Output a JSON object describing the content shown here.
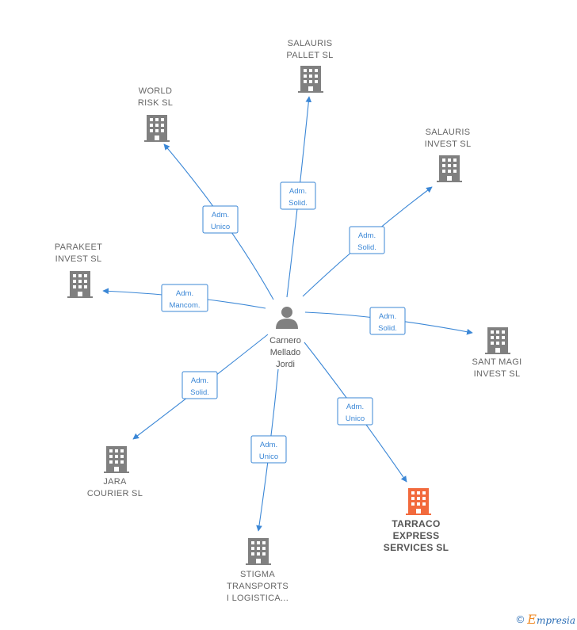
{
  "center": {
    "lines": [
      "Carnero",
      "Mellado",
      "Jordi"
    ]
  },
  "companies": [
    {
      "id": "salauris-pallet",
      "lines": [
        "SALAURIS",
        "PALLET  SL"
      ],
      "role": [
        "Adm.",
        "Solid."
      ]
    },
    {
      "id": "world-risk",
      "lines": [
        "WORLD",
        "RISK SL"
      ],
      "role": [
        "Adm.",
        "Unico"
      ]
    },
    {
      "id": "salauris-invest",
      "lines": [
        "SALAURIS",
        "INVEST  SL"
      ],
      "role": [
        "Adm.",
        "Solid."
      ]
    },
    {
      "id": "parakeet-invest",
      "lines": [
        "PARAKEET",
        "INVEST  SL"
      ],
      "role": [
        "Adm.",
        "Mancom."
      ]
    },
    {
      "id": "sant-magi-invest",
      "lines": [
        "SANT MAGI",
        "INVEST  SL"
      ],
      "role": [
        "Adm.",
        "Solid."
      ]
    },
    {
      "id": "jara-courier",
      "lines": [
        "JARA",
        "COURIER SL"
      ],
      "role": [
        "Adm.",
        "Solid."
      ]
    },
    {
      "id": "stigma-transports",
      "lines": [
        "STIGMA",
        "TRANSPORTS",
        "I LOGISTICA..."
      ],
      "role": [
        "Adm.",
        "Unico"
      ]
    },
    {
      "id": "tarraco-express",
      "lines": [
        "TARRACO",
        "EXPRESS",
        "SERVICES  SL"
      ],
      "role": [
        "Adm.",
        "Unico"
      ],
      "highlight": true
    }
  ],
  "colors": {
    "edge": "#3b87d6",
    "building": "#808080",
    "building_highlight": "#f26a3d",
    "person": "#808080"
  },
  "footer": {
    "copyright": "©",
    "brand_initial": "E",
    "brand_rest": "mpresia"
  }
}
